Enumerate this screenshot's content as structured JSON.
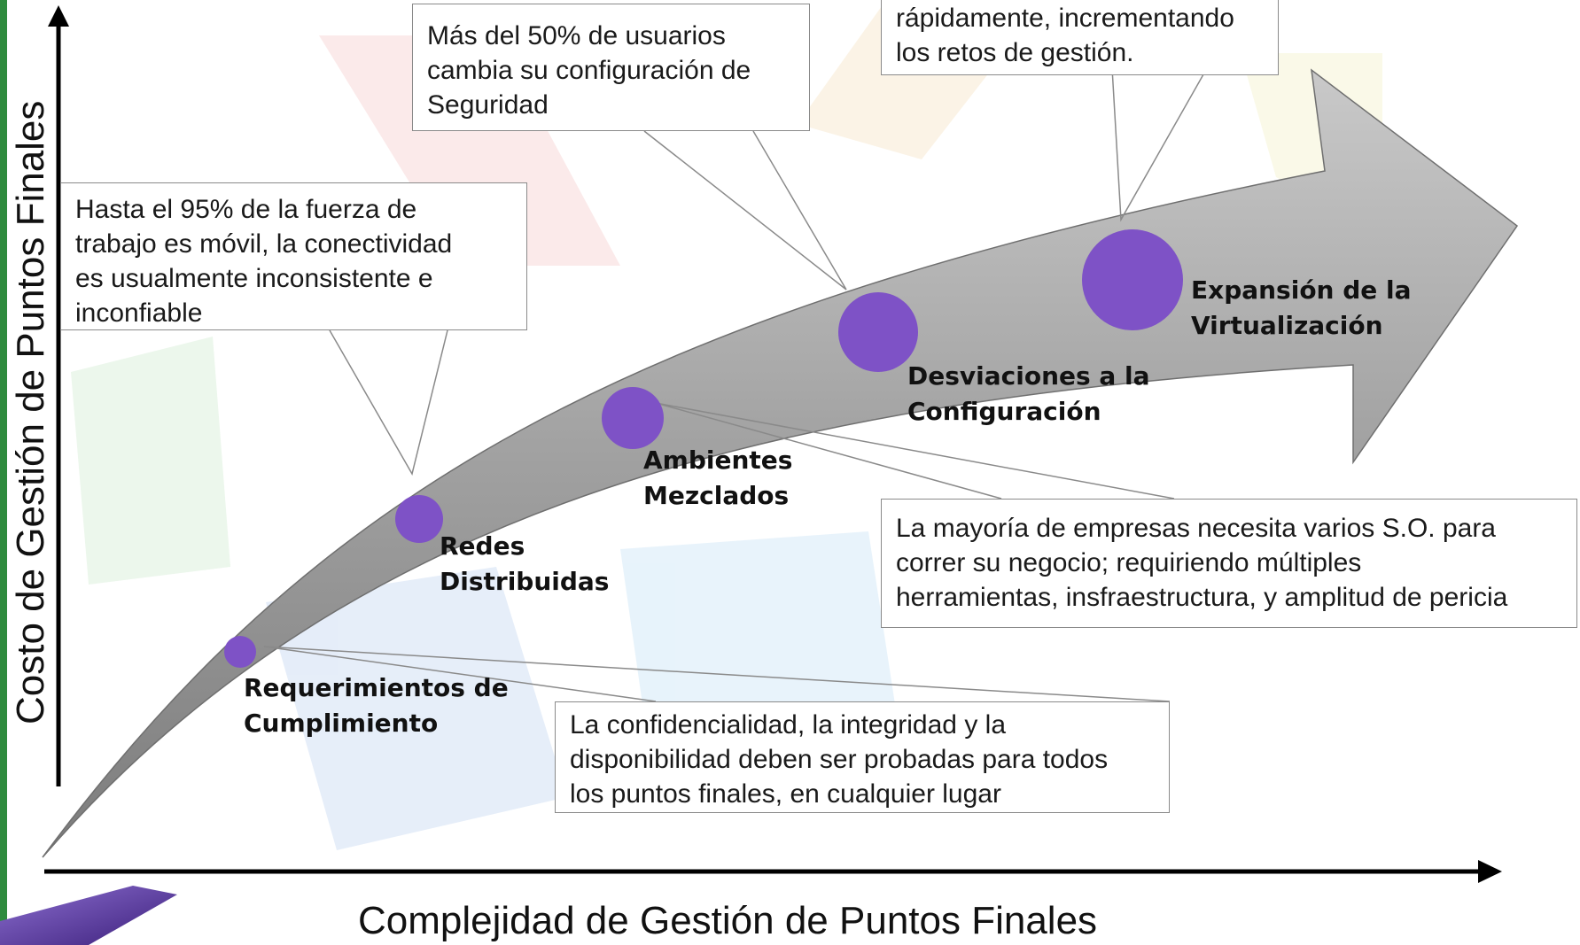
{
  "axes": {
    "x_label": "Complejidad de Gestión de Puntos Finales",
    "y_label": "Costo de Gestión de Puntos Finales"
  },
  "stages": [
    {
      "lines": [
        "Requerimientos de",
        "Cumplimiento"
      ],
      "bubble_size": "small"
    },
    {
      "lines": [
        "Redes",
        "Distribuidas"
      ],
      "bubble_size": "medium-small"
    },
    {
      "lines": [
        "Ambientes",
        "Mezclados"
      ],
      "bubble_size": "medium"
    },
    {
      "lines": [
        "Desviaciones a la",
        "Configuración"
      ],
      "bubble_size": "large"
    },
    {
      "lines": [
        "Expansión de la",
        "Virtualización"
      ],
      "bubble_size": "largest"
    }
  ],
  "callouts": [
    {
      "lines": [
        "Hasta el 95% de la fuerza de",
        "trabajo es móvil, la conectividad",
        "es usualmente inconsistente e",
        "inconfiable"
      ]
    },
    {
      "lines": [
        "Más del 50% de usuarios",
        "cambia su configuración de",
        "Seguridad"
      ]
    },
    {
      "lines": [
        "rápidamente, incrementando",
        "los retos de gestión."
      ]
    },
    {
      "lines": [
        "La mayoría de empresas necesita varios S.O. para",
        "correr su negocio; requiriendo múltiples",
        "herramientas, insfraestructura, y amplitud de pericia"
      ]
    },
    {
      "lines": [
        "La confidencialidad, la integridad y la",
        "disponibilidad deben ser probadas para todos",
        "los puntos finales, en cualquier lugar"
      ]
    }
  ],
  "colors": {
    "arrow_gray": "#9a9a9a",
    "bubble_purple": "#7e52c6",
    "sidebar_green": "#2e8b3e",
    "callout_border": "#8a8a8a"
  }
}
